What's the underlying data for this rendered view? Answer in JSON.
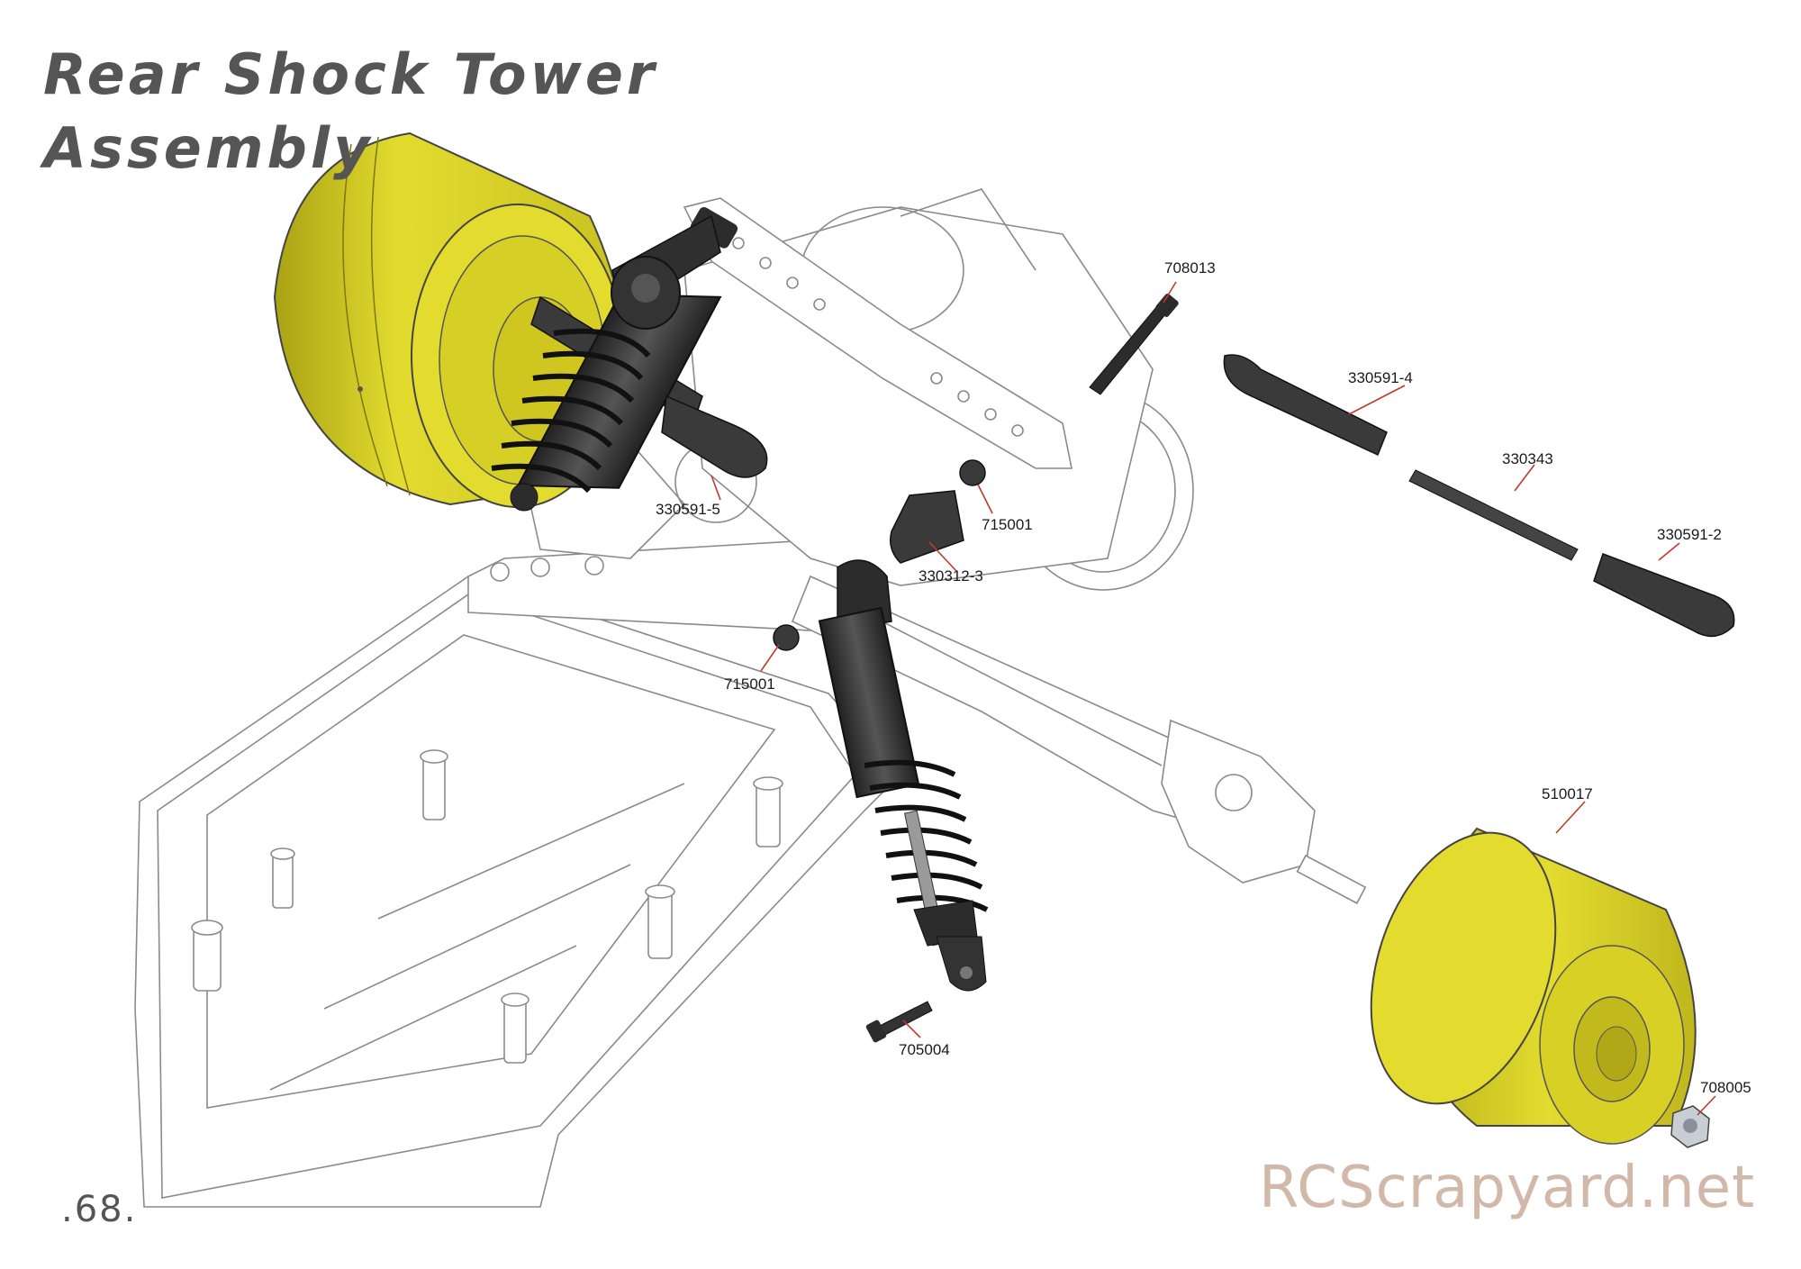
{
  "title": {
    "line1": "Rear Shock Tower",
    "line2": "Assembly"
  },
  "page_number": ".68.",
  "watermark": "RCScrapyard.net",
  "colors": {
    "wheel": "#e3dc2f",
    "wheel_shade": "#a9a214",
    "part_dark": "#3a3a3a",
    "leader": "#c0392b",
    "title": "#555555",
    "watermark": "#d2b8a8"
  },
  "parts": [
    {
      "id": "708013",
      "label": "708013"
    },
    {
      "id": "330591-4",
      "label": "330591-4"
    },
    {
      "id": "330343",
      "label": "330343"
    },
    {
      "id": "330591-2",
      "label": "330591-2"
    },
    {
      "id": "330591-5",
      "label": "330591-5"
    },
    {
      "id": "715001-a",
      "label": "715001"
    },
    {
      "id": "330312-3",
      "label": "330312-3"
    },
    {
      "id": "715001-b",
      "label": "715001"
    },
    {
      "id": "510017",
      "label": "510017"
    },
    {
      "id": "705004",
      "label": "705004"
    },
    {
      "id": "708005",
      "label": "708005"
    }
  ]
}
